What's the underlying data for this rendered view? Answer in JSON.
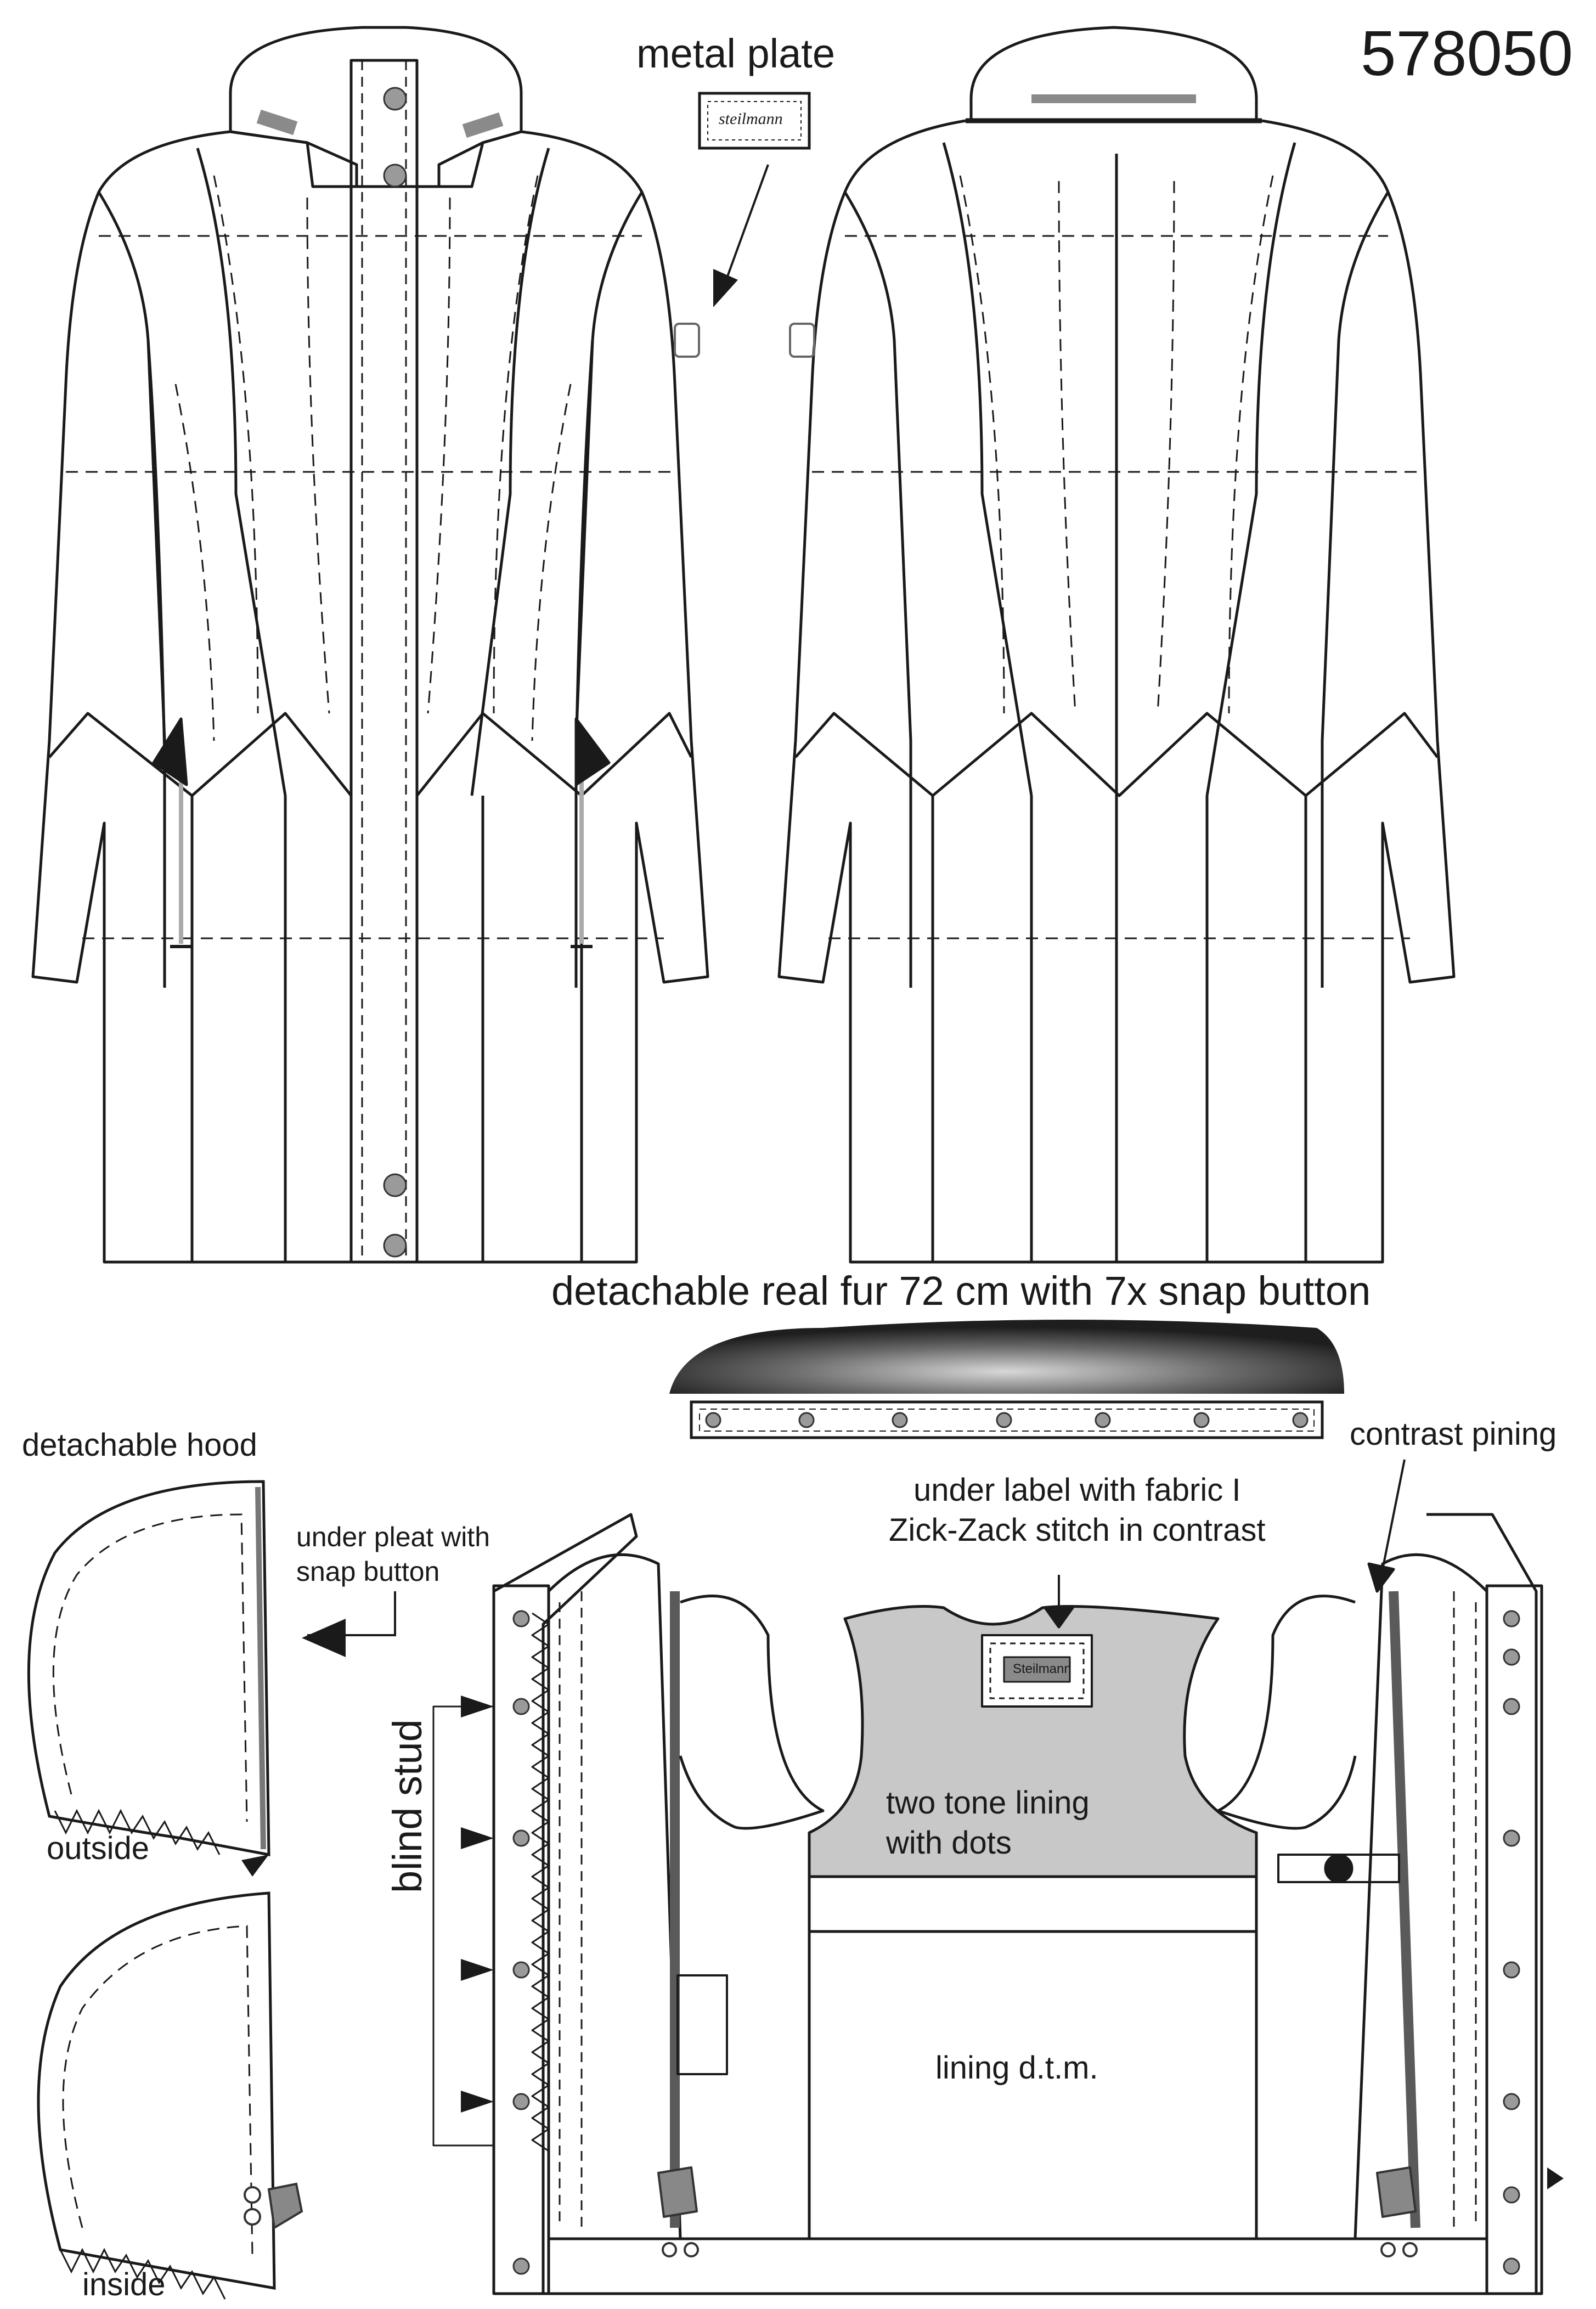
{
  "style_number": "578050",
  "labels": {
    "metal_plate": "metal plate",
    "plate_brand": "steilmann",
    "fur": "detachable real fur 72 cm with 7x snap button",
    "detachable_hood": "detachable hood",
    "under_pleat": "under pleat with\nsnap button",
    "outside": "outside",
    "inside": "inside",
    "blind_stud": "blind stud",
    "under_label": "under label with fabric I\nZick-Zack stitch in contrast",
    "inner_label_brand": "Steilmann",
    "contrast_piping": "contrast pining",
    "two_tone": "two tone lining\nwith dots",
    "lining_dtm": "lining d.t.m."
  },
  "colors": {
    "line": "#1a1a1a",
    "lining_grey": "#c8c8c8",
    "piping": "#5a5a5a",
    "snap": "#9a9a9a",
    "fur_dark": "#2b2b2b"
  }
}
